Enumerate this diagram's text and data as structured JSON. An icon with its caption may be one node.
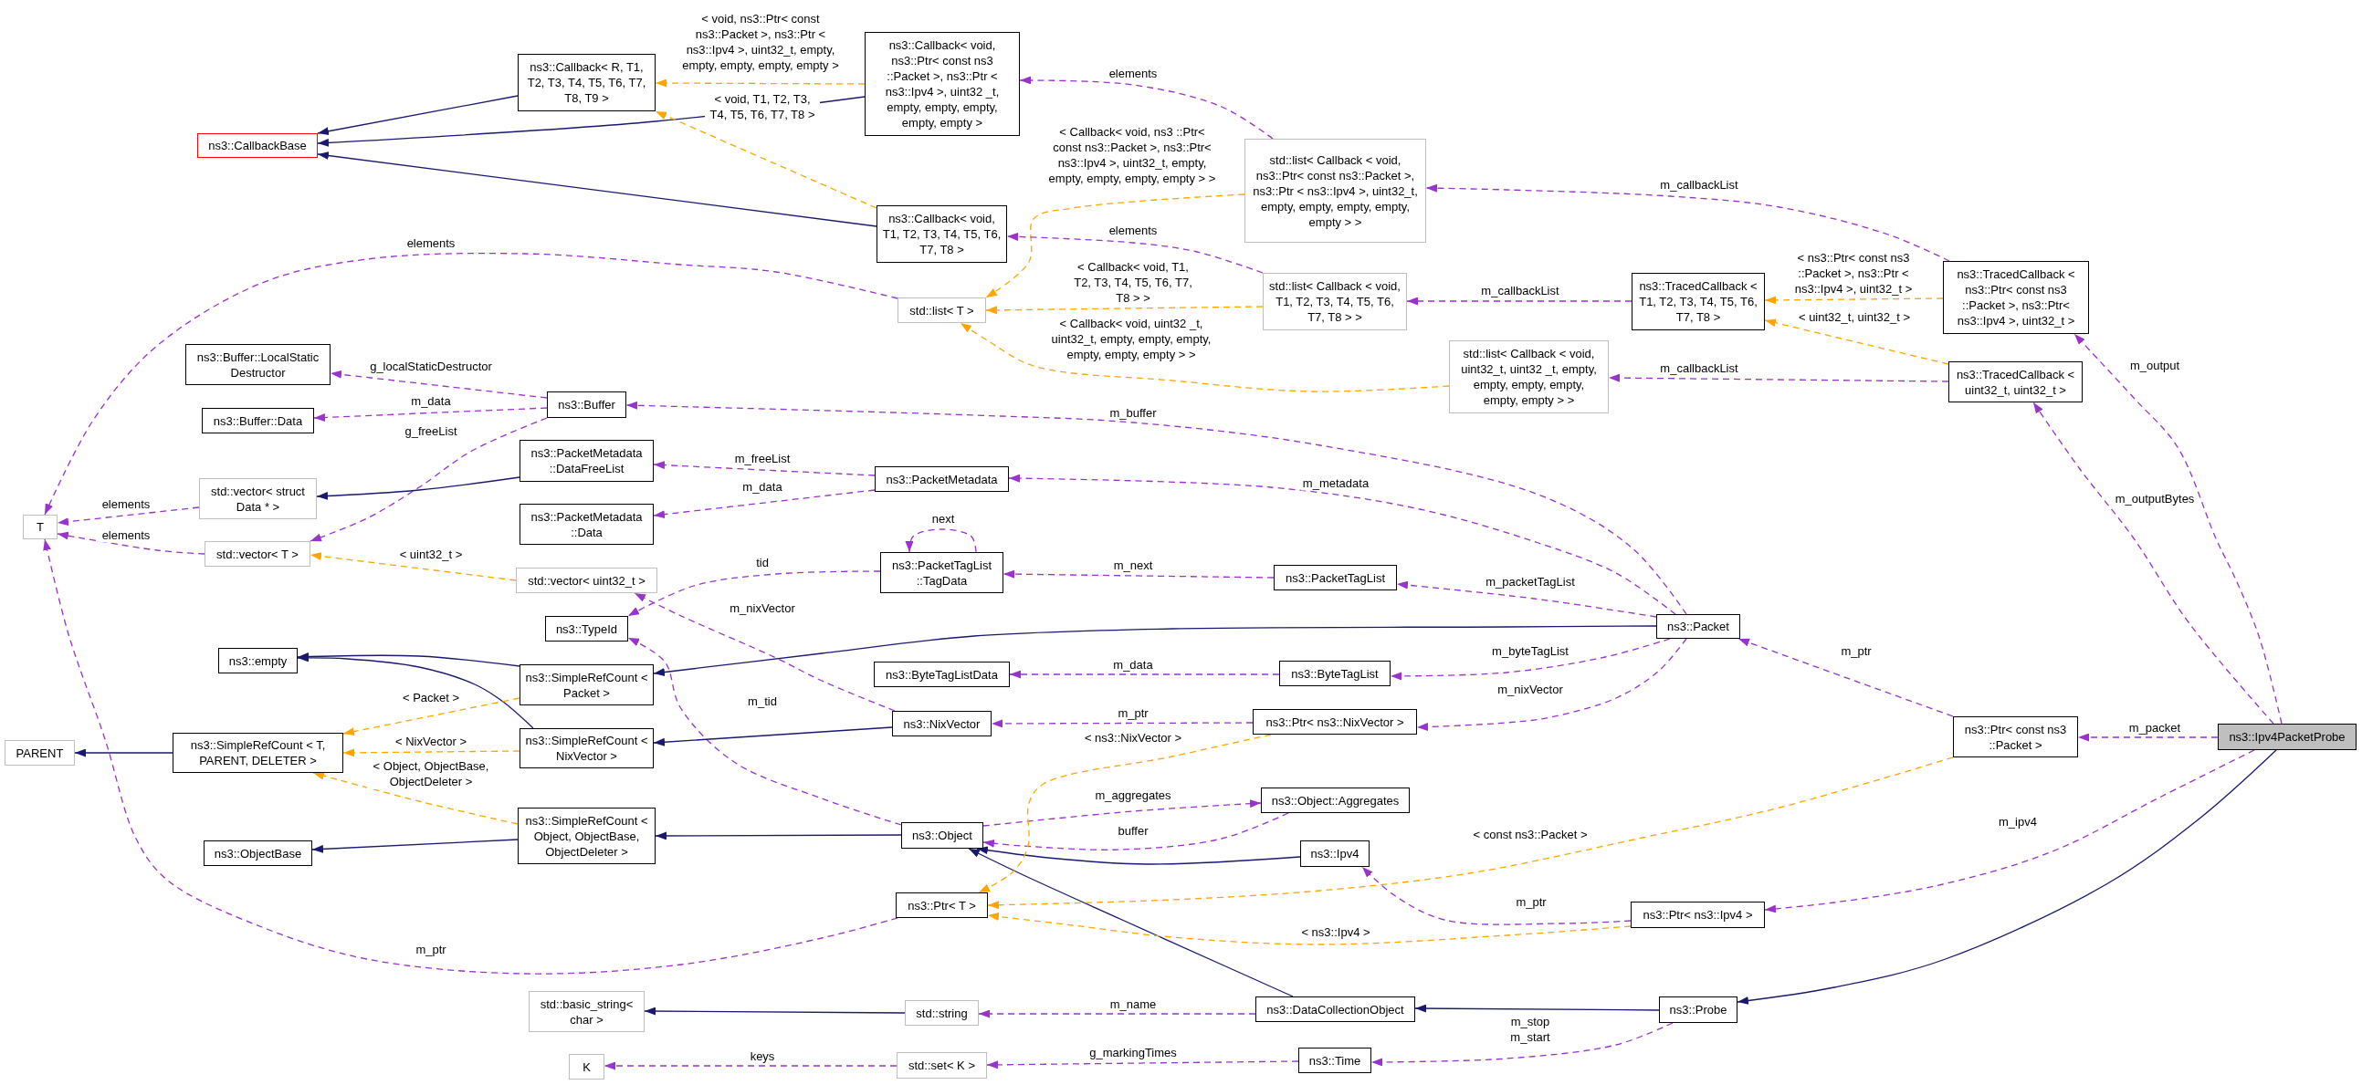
{
  "diagram": {
    "nodes": [
      {
        "text": [
          "ns3::CallbackBase"
        ]
      },
      {
        "text": [
          "ns3::Callback< R, T1, T2, T3, T4, T5, T6, T7, T8, T9 >"
        ]
      },
      {
        "text": [
          "ns3::Callback< void, ns3::Ptr< const ns3 ::Packet >, ns3::Ptr < ns3::Ipv4 >, uint32 _t, empty, empty, empty, empty, empty >"
        ]
      },
      {
        "text": [
          "ns3::Callback< void, T1, T2, T3, T4, T5, T6, T7, T8 >"
        ]
      },
      {
        "text": [
          "std::list< T >"
        ]
      },
      {
        "text": [
          "std::list< Callback < void, ns3::Ptr< const ns3::Packet >, ns3::Ptr < ns3::Ipv4 >, uint32_t, empty, empty, empty, empty, empty > >"
        ]
      },
      {
        "text": [
          "std::list< Callback < void, T1, T2, T3, T4, T5, T6, T7, T8 > >"
        ]
      },
      {
        "text": [
          "std::list< Callback < void, uint32_t, uint32 _t, empty, empty, empty, empty, empty, empty > >"
        ]
      },
      {
        "text": [
          "ns3::TracedCallback < T1, T2, T3, T4, T5, T6, T7, T8 >"
        ]
      },
      {
        "text": [
          "ns3::TracedCallback < ns3::Ptr< const ns3 ::Packet >, ns3::Ptr< ns3::Ipv4 >, uint32_t >"
        ]
      },
      {
        "text": [
          "ns3::TracedCallback < uint32_t, uint32_t >"
        ]
      },
      {
        "text": [
          "T"
        ]
      },
      {
        "text": [
          "ns3::Buffer::LocalStatic Destructor"
        ]
      },
      {
        "text": [
          "ns3::Buffer::Data"
        ]
      },
      {
        "text": [
          "ns3::Buffer"
        ]
      },
      {
        "text": [
          "ns3::PacketMetadata ::DataFreeList"
        ]
      },
      {
        "text": [
          "ns3::PacketMetadata ::Data"
        ]
      },
      {
        "text": [
          "std::vector< struct Data * >"
        ]
      },
      {
        "text": [
          "std::vector< T >"
        ]
      },
      {
        "text": [
          "ns3::PacketMetadata"
        ]
      },
      {
        "text": [
          "ns3::PacketTagList ::TagData"
        ]
      },
      {
        "text": [
          "std::vector< uint32_t >"
        ]
      },
      {
        "text": [
          "ns3::TypeId"
        ]
      },
      {
        "text": [
          "ns3::PacketTagList"
        ]
      },
      {
        "text": [
          "ns3::Packet"
        ]
      },
      {
        "text": [
          "ns3::empty"
        ]
      },
      {
        "text": [
          "ns3::SimpleRefCount < Packet >"
        ]
      },
      {
        "text": [
          "ns3::ByteTagListData"
        ]
      },
      {
        "text": [
          "ns3::ByteTagList"
        ]
      },
      {
        "text": [
          "PARENT"
        ]
      },
      {
        "text": [
          "ns3::SimpleRefCount < T, PARENT, DELETER >"
        ]
      },
      {
        "text": [
          "ns3::SimpleRefCount < NixVector >"
        ]
      },
      {
        "text": [
          "ns3::NixVector"
        ]
      },
      {
        "text": [
          "ns3::Ptr< ns3::NixVector >"
        ]
      },
      {
        "text": [
          "ns3::ObjectBase"
        ]
      },
      {
        "text": [
          "ns3::SimpleRefCount < Object, ObjectBase, ObjectDeleter >"
        ]
      },
      {
        "text": [
          "ns3::Object"
        ]
      },
      {
        "text": [
          "ns3::Object::Aggregates"
        ]
      },
      {
        "text": [
          "ns3::Ipv4"
        ]
      },
      {
        "text": [
          "ns3::Ptr< T >"
        ]
      },
      {
        "text": [
          "ns3::Ptr< const ns3 ::Packet >"
        ]
      },
      {
        "text": [
          "ns3::Ipv4PacketProbe"
        ]
      },
      {
        "text": [
          "ns3::Ptr< ns3::Ipv4 >"
        ]
      },
      {
        "text": [
          "std::basic_string< char >"
        ]
      },
      {
        "text": [
          "std::string"
        ]
      },
      {
        "text": [
          "ns3::DataCollectionObject"
        ]
      },
      {
        "text": [
          "ns3::Probe"
        ]
      },
      {
        "text": [
          "K"
        ]
      },
      {
        "text": [
          "std::set< K >"
        ]
      },
      {
        "text": [
          "ns3::Time"
        ]
      }
    ],
    "edges": [
      {
        "from": 1,
        "to": 0,
        "arrow": "to",
        "color": "#191970"
      },
      {
        "from": 2,
        "to": 0,
        "arrow": "to",
        "color": "#191970"
      },
      {
        "from": 3,
        "to": 0,
        "arrow": "to",
        "color": "#191970"
      },
      {
        "from": 2,
        "to": 1,
        "arrow": "to",
        "label": "< void, ns3::Ptr< const ns3::Packet >, ns3::Ptr < ns3::Ipv4 >, uint32_t, empty, empty, empty, empty, empty >",
        "style": "dashed",
        "color": "#ffa500"
      },
      {
        "from": 3,
        "to": 1,
        "arrow": "to",
        "label": "< void, T1, T2, T3, T4, T5, T6, T7, T8 >",
        "style": "dashed",
        "color": "#ffa500"
      },
      {
        "from": 5,
        "to": 2,
        "arrow": "to",
        "label": "elements",
        "style": "dashed"
      },
      {
        "from": 5,
        "to": 4,
        "arrow": "to",
        "label": "< Callback< void, ns3 ::Ptr< const ns3::Packet >, ns3::Ptr< ns3::Ipv4 >, uint32_t, empty, empty, empty, empty, empty > >",
        "style": "dashed",
        "color": "#ffa500"
      },
      {
        "from": 6,
        "to": 3,
        "arrow": "to",
        "label": "elements",
        "style": "dashed"
      },
      {
        "from": 6,
        "to": 4,
        "arrow": "to",
        "label": "< Callback< void, T1, T2, T3, T4, T5, T6, T7, T8 > >",
        "style": "dashed",
        "color": "#ffa500"
      },
      {
        "from": 7,
        "to": 4,
        "arrow": "to",
        "label": "< Callback< void, uint32 _t, uint32_t, empty, empty, empty, empty, empty, empty > >",
        "style": "dashed",
        "color": "#ffa500"
      },
      {
        "from": 4,
        "to": 11,
        "arrow": "to",
        "label": "elements",
        "style": "dashed"
      },
      {
        "from": 9,
        "to": 5,
        "arrow": "to",
        "label": "m_callbackList",
        "style": "dashed"
      },
      {
        "from": 8,
        "to": 6,
        "arrow": "to",
        "label": "m_callbackList",
        "style": "dashed"
      },
      {
        "from": 10,
        "to": 7,
        "arrow": "to",
        "label": "m_callbackList",
        "style": "dashed"
      },
      {
        "from": 9,
        "to": 8,
        "arrow": "to",
        "label": "< ns3::Ptr< const ns3 ::Packet >, ns3::Ptr < ns3::Ipv4 >, uint32_t >",
        "style": "dashed",
        "color": "#ffa500"
      },
      {
        "from": 10,
        "to": 8,
        "arrow": "to",
        "label": "< uint32_t, uint32_t >",
        "style": "dashed",
        "color": "#ffa500"
      },
      {
        "from": 41,
        "to": 9,
        "arrow": "to",
        "label": "m_output",
        "style": "dashed"
      },
      {
        "from": 41,
        "to": 10,
        "arrow": "to",
        "label": "m_outputBytes",
        "style": "dashed"
      },
      {
        "from": 14,
        "to": 12,
        "arrow": "to",
        "label": "g_localStaticDestructor",
        "style": "dashed"
      },
      {
        "from": 14,
        "to": 13,
        "arrow": "to",
        "label": "m_data",
        "style": "dashed"
      },
      {
        "from": 14,
        "to": 18,
        "arrow": "to",
        "label": "g_freeList",
        "style": "dashed"
      },
      {
        "from": 15,
        "to": 17,
        "arrow": "to",
        "color": "#191970"
      },
      {
        "from": 17,
        "to": 11,
        "arrow": "to",
        "label": "elements",
        "style": "dashed"
      },
      {
        "from": 18,
        "to": 11,
        "arrow": "to",
        "label": "elements",
        "style": "dashed"
      },
      {
        "from": 19,
        "to": 15,
        "arrow": "to",
        "label": "m_freeList",
        "style": "dashed"
      },
      {
        "from": 19,
        "to": 16,
        "arrow": "to",
        "label": "m_data",
        "style": "dashed"
      },
      {
        "from": 24,
        "to": 14,
        "arrow": "to",
        "label": "m_buffer",
        "style": "dashed"
      },
      {
        "from": 24,
        "to": 19,
        "arrow": "to",
        "label": "m_metadata",
        "style": "dashed"
      },
      {
        "from": 20,
        "to": 20,
        "arrow": "to",
        "label": "next",
        "style": "dashed"
      },
      {
        "from": 20,
        "to": 22,
        "arrow": "to",
        "label": "tid",
        "style": "dashed"
      },
      {
        "from": 23,
        "to": 20,
        "arrow": "to",
        "label": "m_next",
        "style": "dashed"
      },
      {
        "from": 24,
        "to": 23,
        "arrow": "to",
        "label": "m_packetTagList",
        "style": "dashed"
      },
      {
        "from": 32,
        "to": 21,
        "arrow": "to",
        "label": "m_nixVector",
        "style": "dashed"
      },
      {
        "from": 36,
        "to": 22,
        "arrow": "to",
        "label": "m_tid",
        "style": "dashed"
      },
      {
        "from": 24,
        "to": 26,
        "arrow": "to",
        "color": "#191970"
      },
      {
        "from": 28,
        "to": 27,
        "arrow": "to",
        "label": "m_data",
        "style": "dashed"
      },
      {
        "from": 24,
        "to": 28,
        "arrow": "to",
        "label": "m_byteTagList",
        "style": "dashed"
      },
      {
        "from": 26,
        "to": 25,
        "arrow": "to",
        "color": "#191970"
      },
      {
        "from": 31,
        "to": 25,
        "arrow": "to",
        "color": "#191970"
      },
      {
        "from": 32,
        "to": 31,
        "arrow": "to",
        "color": "#191970"
      },
      {
        "from": 33,
        "to": 32,
        "arrow": "to",
        "label": "m_ptr",
        "style": "dashed"
      },
      {
        "from": 24,
        "to": 33,
        "arrow": "to",
        "label": "m_nixVector",
        "style": "dashed"
      },
      {
        "from": 30,
        "to": 29,
        "arrow": "to",
        "color": "#191970"
      },
      {
        "from": 26,
        "to": 30,
        "arrow": "to",
        "label": "< Packet >",
        "style": "dashed",
        "color": "#ffa500"
      },
      {
        "from": 31,
        "to": 30,
        "arrow": "to",
        "label": "< NixVector >",
        "style": "dashed",
        "color": "#ffa500"
      },
      {
        "from": 35,
        "to": 30,
        "arrow": "to",
        "label": "< Object, ObjectBase, ObjectDeleter >",
        "style": "dashed",
        "color": "#ffa500"
      },
      {
        "from": 35,
        "to": 34,
        "arrow": "to",
        "color": "#191970"
      },
      {
        "from": 36,
        "to": 35,
        "arrow": "to",
        "color": "#191970"
      },
      {
        "from": 36,
        "to": 37,
        "arrow": "to",
        "label": "m_aggregates",
        "style": "dashed"
      },
      {
        "from": 37,
        "to": 36,
        "arrow": "to",
        "label": "buffer",
        "style": "dashed"
      },
      {
        "from": 38,
        "to": 36,
        "arrow": "to",
        "color": "#191970"
      },
      {
        "from": 45,
        "to": 36,
        "arrow": "to",
        "color": "#191970"
      },
      {
        "from": 33,
        "to": 39,
        "arrow": "to",
        "label": "< ns3::NixVector >",
        "style": "dashed",
        "color": "#ffa500"
      },
      {
        "from": 40,
        "to": 39,
        "arrow": "to",
        "label": "< const ns3::Packet >",
        "style": "dashed",
        "color": "#ffa500"
      },
      {
        "from": 42,
        "to": 39,
        "arrow": "to",
        "label": "< ns3::Ipv4 >",
        "style": "dashed",
        "color": "#ffa500"
      },
      {
        "from": 40,
        "to": 24,
        "arrow": "to",
        "label": "m_ptr",
        "style": "dashed"
      },
      {
        "from": 41,
        "to": 40,
        "arrow": "to",
        "label": "m_packet",
        "style": "dashed"
      },
      {
        "from": 41,
        "to": 42,
        "arrow": "to",
        "label": "m_ipv4",
        "style": "dashed"
      },
      {
        "from": 42,
        "to": 38,
        "arrow": "to",
        "label": "m_ptr",
        "style": "dashed"
      },
      {
        "from": 39,
        "to": 11,
        "arrow": "to",
        "label": "m_ptr",
        "style": "dashed"
      },
      {
        "from": 45,
        "to": 44,
        "arrow": "to",
        "label": "m_name",
        "style": "dashed"
      },
      {
        "from": 44,
        "to": 43,
        "arrow": "to",
        "color": "#191970"
      },
      {
        "from": 46,
        "to": 45,
        "arrow": "to",
        "color": "#191970"
      },
      {
        "from": 41,
        "to": 46,
        "arrow": "to",
        "color": "#191970"
      },
      {
        "from": 46,
        "to": 49,
        "arrow": "to",
        "label": "m_stop m_start",
        "style": "dashed"
      },
      {
        "from": 49,
        "to": 48,
        "arrow": "to",
        "label": "g_markingTimes",
        "style": "dashed"
      },
      {
        "from": 48,
        "to": 47,
        "arrow": "to",
        "label": "keys",
        "style": "dashed"
      },
      {
        "from": 21,
        "to": 18,
        "arrow": "to",
        "label": "< uint32_t >",
        "style": "dashed",
        "color": "#ffa500"
      }
    ]
  }
}
